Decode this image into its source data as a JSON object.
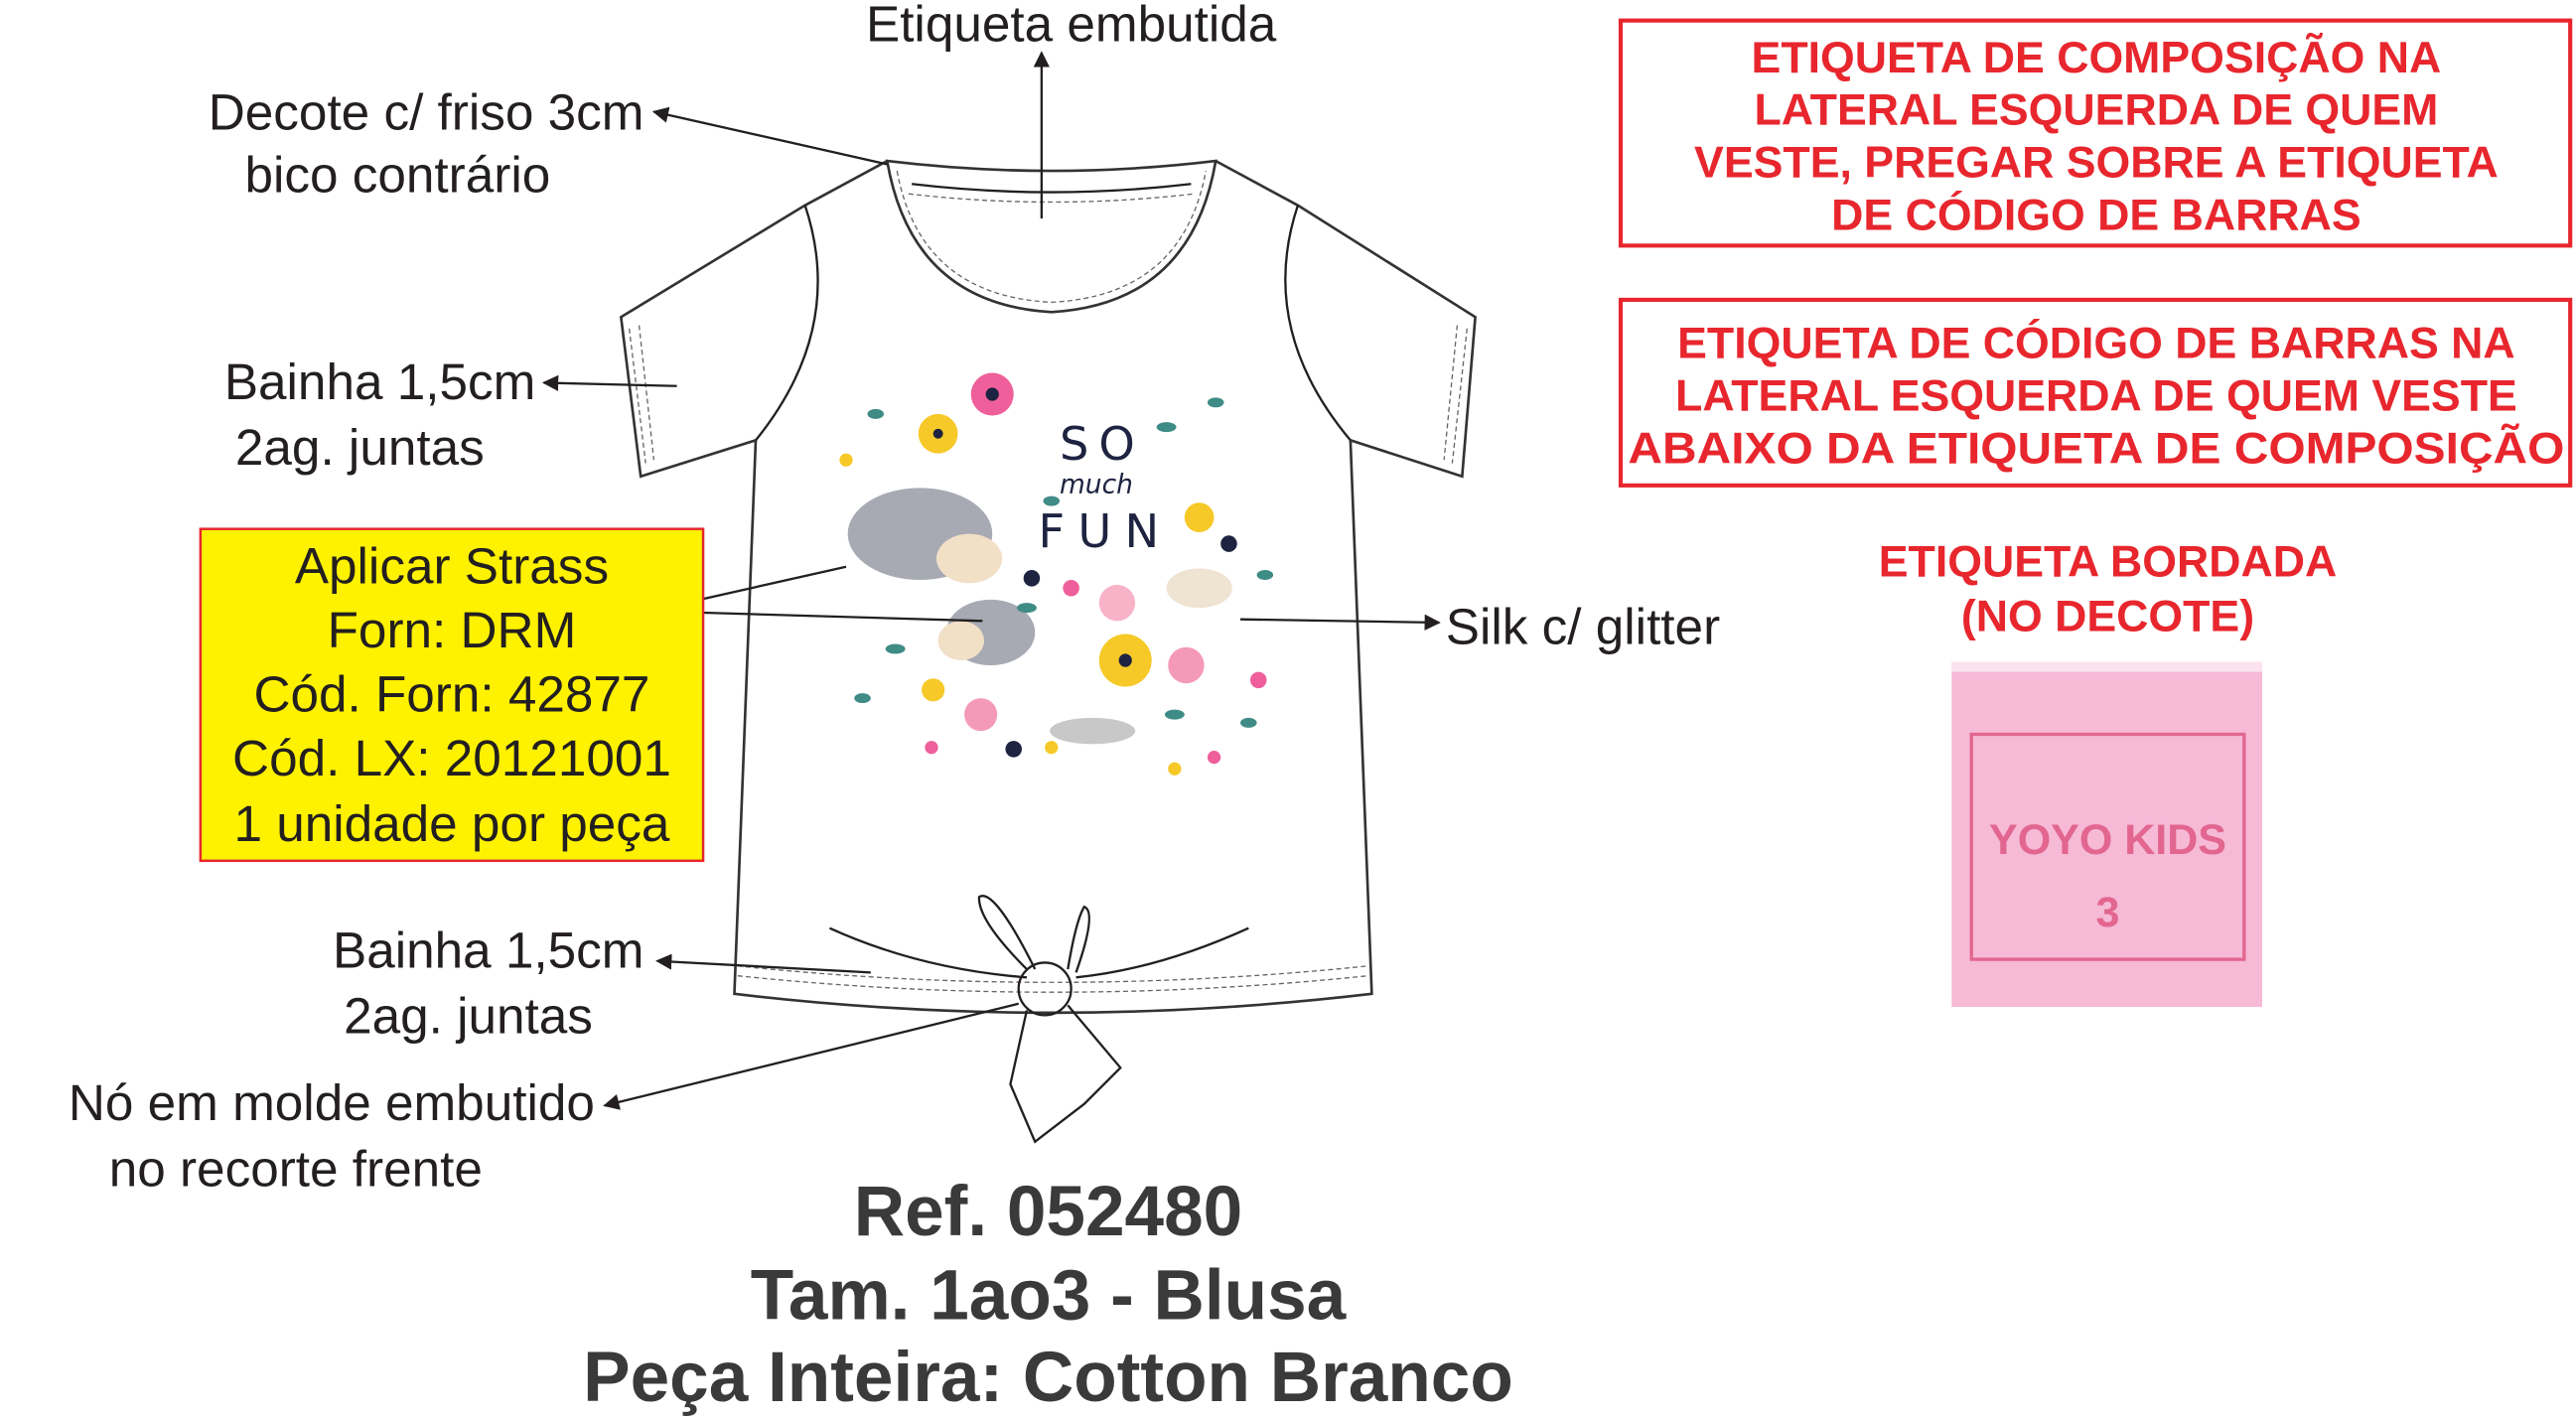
{
  "callouts": {
    "neck_label": "Etiqueta embutida",
    "neckline": [
      "Decote c/ friso 3cm",
      "bico contrário"
    ],
    "sleeve_hem": [
      "Bainha 1,5cm",
      "2ag. juntas"
    ],
    "strass": [
      "Aplicar Strass",
      "Forn: DRM",
      "Cód. Forn: 42877",
      "Cód. LX: 20121001",
      "1 unidade por peça"
    ],
    "silk": "Silk c/ glitter",
    "body_hem": [
      "Bainha 1,5cm",
      "2ag. juntas"
    ],
    "knot": [
      "Nó em molde embutido",
      "no recorte frente"
    ]
  },
  "notes": {
    "composition_label": [
      "ETIQUETA DE COMPOSIÇÃO NA",
      "LATERAL ESQUERDA DE QUEM",
      "VESTE, PREGAR SOBRE A ETIQUETA",
      "DE CÓDIGO DE BARRAS"
    ],
    "barcode_label": [
      "ETIQUETA DE CÓDIGO DE BARRAS NA",
      "LATERAL ESQUERDA DE QUEM VESTE",
      "ABAIXO DA ETIQUETA DE COMPOSIÇÃO"
    ],
    "embroidered_label": [
      "ETIQUETA BORDADA",
      "(NO DECOTE)"
    ]
  },
  "woven_label": {
    "brand": "YOYO KIDS",
    "size": "3"
  },
  "print": {
    "line1": "SO",
    "line2": "much",
    "line3": "FUN"
  },
  "product": {
    "ref": "Ref. 052480",
    "size": "Tam. 1ao3 - Blusa",
    "fabric": "Peça Inteira: Cotton Branco"
  },
  "colors": {
    "accent_red": "#e8262d",
    "highlight_yellow": "#fff200",
    "label_pink": "#f6b9d6"
  }
}
